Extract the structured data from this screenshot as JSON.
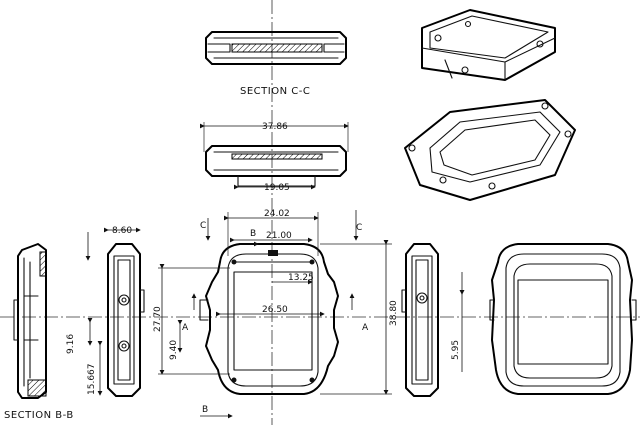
{
  "section_cc_label": "SECTION C-C",
  "section_bb_label": "SECTION B-B",
  "dimensions": {
    "d3786": "37.86",
    "d1905": "19.05",
    "d2402": "24.02",
    "d2100": "21.00",
    "d1325": "13.25",
    "d2650": "26.50",
    "d2770": "27.70",
    "d940": "9.40",
    "d3880": "38.80",
    "d860": "8.60",
    "d916": "9.16",
    "d1567": "15.667",
    "d595": "5.95"
  },
  "markers": {
    "c_left": "C",
    "c_right": "C",
    "a_left": "A",
    "a_right": "A",
    "b_top": "B",
    "b_bottom": "B"
  }
}
